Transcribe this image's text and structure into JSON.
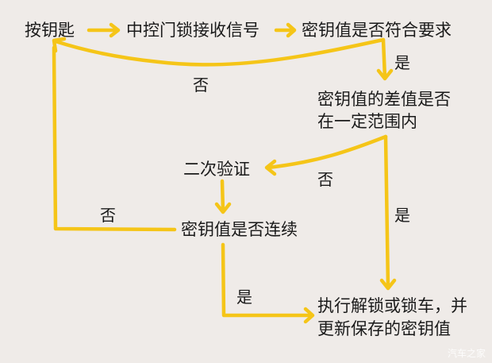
{
  "diagram": {
    "type": "flowchart",
    "arrow_color": "#f5c518",
    "background_color": "#efebe8",
    "nodes": {
      "press_key": "按钥匙",
      "receive_signal": "中控门锁接收信号",
      "key_match": "密钥值是否符合要求",
      "diff_in_range_line1": "密钥值的差值是否",
      "diff_in_range_line2": "在一定范围内",
      "second_verify": "二次验证",
      "key_continuous": "密钥值是否连续",
      "execute_line1": "执行解锁或锁车，并",
      "execute_line2": "更新保存的密钥值"
    },
    "edge_labels": {
      "match_no": "否",
      "match_yes": "是",
      "range_no": "否",
      "range_yes": "是",
      "continuous_no": "否",
      "continuous_yes": "是"
    },
    "edges": [
      {
        "from": "按钥匙",
        "to": "中控门锁接收信号",
        "label": ""
      },
      {
        "from": "中控门锁接收信号",
        "to": "密钥值是否符合要求",
        "label": ""
      },
      {
        "from": "密钥值是否符合要求",
        "to": "按钥匙",
        "label": "否"
      },
      {
        "from": "密钥值是否符合要求",
        "to": "密钥值的差值是否在一定范围内",
        "label": "是"
      },
      {
        "from": "密钥值的差值是否在一定范围内",
        "to": "二次验证",
        "label": "否"
      },
      {
        "from": "密钥值的差值是否在一定范围内",
        "to": "执行解锁或锁车，并更新保存的密钥值",
        "label": "是"
      },
      {
        "from": "二次验证",
        "to": "密钥值是否连续",
        "label": ""
      },
      {
        "from": "密钥值是否连续",
        "to": "按钥匙",
        "label": "否"
      },
      {
        "from": "密钥值是否连续",
        "to": "执行解锁或锁车，并更新保存的密钥值",
        "label": "是"
      }
    ]
  },
  "watermark": "汽车之家"
}
